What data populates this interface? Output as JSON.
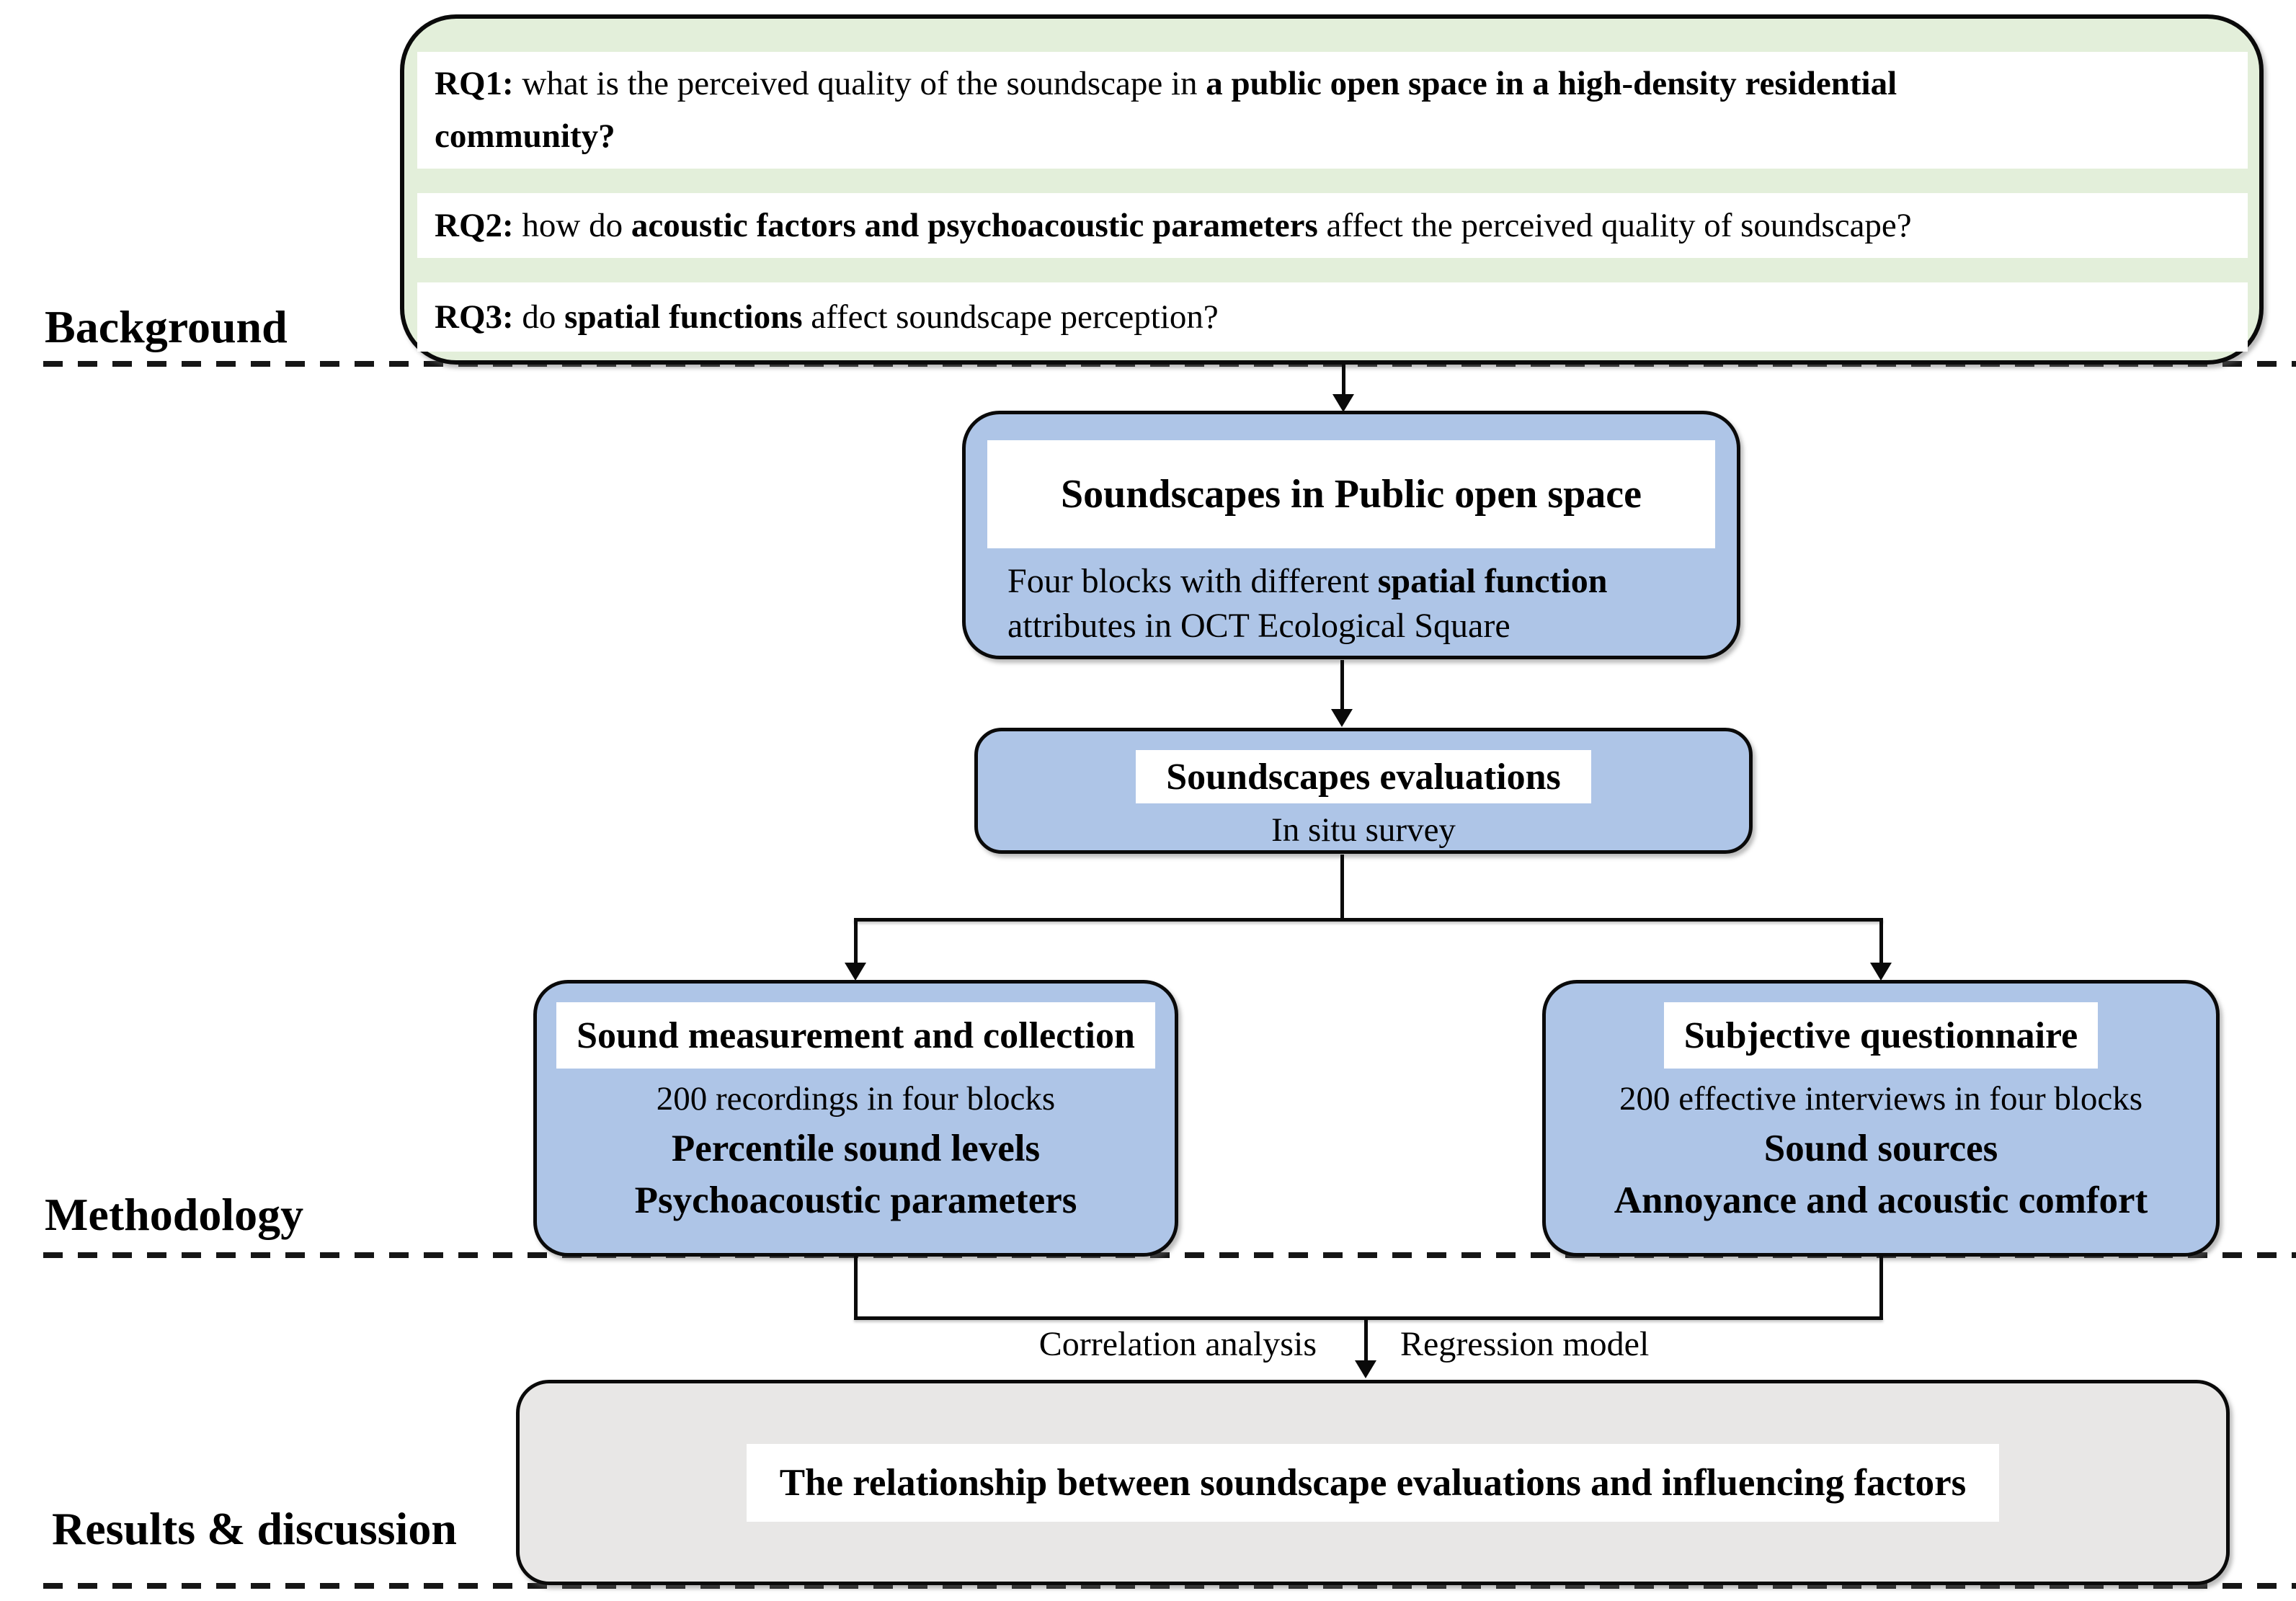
{
  "colors": {
    "green": "#e3efda",
    "blue": "#aec5e7",
    "gray": "#e8e7e6",
    "strip": "#ffffff",
    "line": "#0a0a0a",
    "dash": "#161616"
  },
  "sections": {
    "background": "Background",
    "methodology": "Methodology",
    "results": "Results & discussion"
  },
  "rq": {
    "rq1": {
      "label": "RQ1:",
      "text1": " what is the perceived quality of the soundscape in ",
      "bold1": "a public open space in a high-density residential",
      "bold2": "community?"
    },
    "rq2": {
      "label": "RQ2:",
      "text1": " how do ",
      "bold1": "acoustic factors and psychoacoustic parameters",
      "text2": " affect the perceived quality of soundscape?"
    },
    "rq3": {
      "label": "RQ3:",
      "text1": " do ",
      "bold1": "spatial functions",
      "text2": " affect soundscape perception?"
    }
  },
  "flow": {
    "box1": {
      "title": "Soundscapes in Public open space",
      "line1_pre": "Four blocks with different ",
      "line1_bold": "spatial function",
      "line2": "attributes in OCT Ecological Square"
    },
    "box2": {
      "title": "Soundscapes evaluations",
      "subtitle": "In situ survey"
    },
    "left_box": {
      "title": "Sound measurement and collection",
      "line1": "200 recordings in four blocks",
      "line2": "Percentile sound levels",
      "line3": "Psychoacoustic parameters"
    },
    "right_box": {
      "title": "Subjective questionnaire",
      "line1": "200 effective interviews in four blocks",
      "line2": "Sound sources",
      "line3": "Annoyance and acoustic comfort"
    },
    "connectors": {
      "correlation": "Correlation analysis",
      "regression": "Regression model"
    },
    "result_box": {
      "title": "The relationship between soundscape evaluations and influencing factors"
    }
  }
}
